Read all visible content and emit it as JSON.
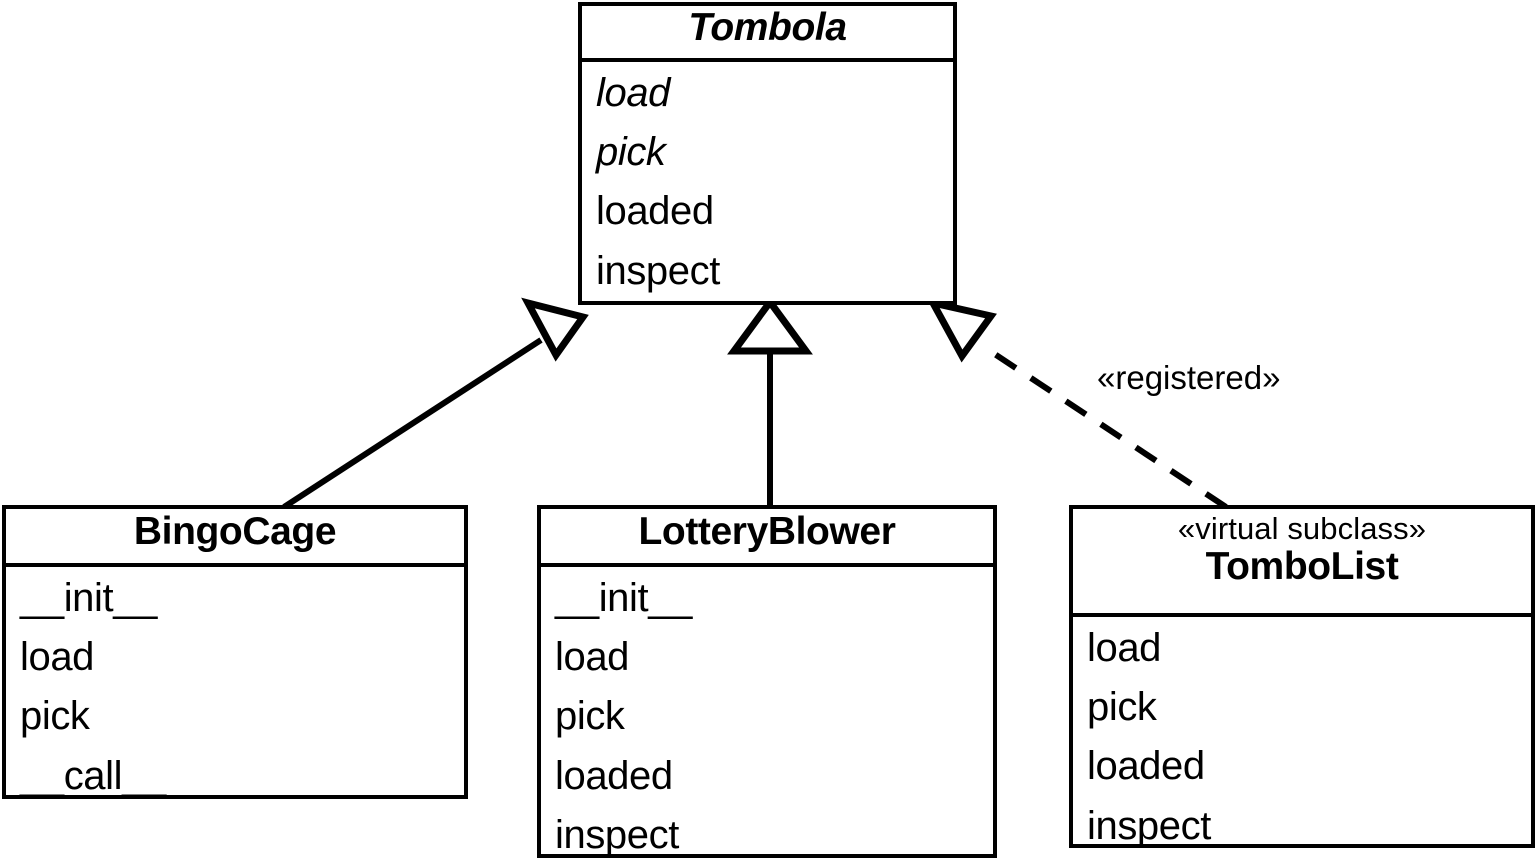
{
  "diagram": {
    "title": "Tombola UML class diagram",
    "type": "uml-class-diagram",
    "stroke_color": "#000000",
    "background_color": "#ffffff"
  },
  "classes": {
    "tombola": {
      "name": "Tombola",
      "stereotype": "",
      "abstract": true,
      "members": [
        {
          "name": "load",
          "abstract": true
        },
        {
          "name": "pick",
          "abstract": true
        },
        {
          "name": "loaded",
          "abstract": false
        },
        {
          "name": "inspect",
          "abstract": false
        }
      ]
    },
    "bingocage": {
      "name": "BingoCage",
      "stereotype": "",
      "abstract": false,
      "members": [
        {
          "name": "__init__",
          "abstract": false
        },
        {
          "name": "load",
          "abstract": false
        },
        {
          "name": "pick",
          "abstract": false
        },
        {
          "name": "__call__",
          "abstract": false
        }
      ]
    },
    "lotteryblower": {
      "name": "LotteryBlower",
      "stereotype": "",
      "abstract": false,
      "members": [
        {
          "name": "__init__",
          "abstract": false
        },
        {
          "name": "load",
          "abstract": false
        },
        {
          "name": "pick",
          "abstract": false
        },
        {
          "name": "loaded",
          "abstract": false
        },
        {
          "name": "inspect",
          "abstract": false
        }
      ]
    },
    "tombolist": {
      "name": "TomboList",
      "stereotype": "«virtual subclass»",
      "abstract": false,
      "members": [
        {
          "name": "load",
          "abstract": false
        },
        {
          "name": "pick",
          "abstract": false
        },
        {
          "name": "loaded",
          "abstract": false
        },
        {
          "name": "inspect",
          "abstract": false
        }
      ]
    }
  },
  "relationships": [
    {
      "id": "bingocage-inherits-tombola",
      "from": "BingoCage",
      "to": "Tombola",
      "kind": "inheritance",
      "line_style": "solid",
      "arrowhead": "hollow-triangle",
      "label": ""
    },
    {
      "id": "lotteryblower-inherits-tombola",
      "from": "LotteryBlower",
      "to": "Tombola",
      "kind": "inheritance",
      "line_style": "solid",
      "arrowhead": "hollow-triangle",
      "label": ""
    },
    {
      "id": "tombolist-registered-tombola",
      "from": "TomboList",
      "to": "Tombola",
      "kind": "realization",
      "line_style": "dashed",
      "arrowhead": "hollow-triangle",
      "label": "«registered»"
    }
  ]
}
